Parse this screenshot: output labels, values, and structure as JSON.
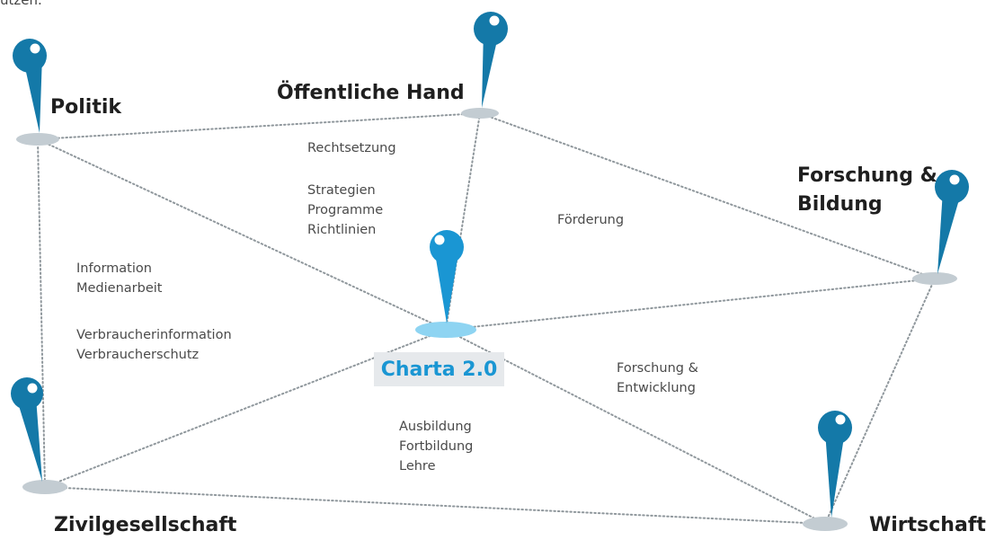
{
  "header_fragment": "utzen.",
  "nodes": {
    "politik": "Politik",
    "oeffentliche_hand": "Öffentliche Hand",
    "forschung_bildung": [
      "Forschung &",
      "Bildung"
    ],
    "zivilgesellschaft": "Zivilgesellschaft",
    "wirtschaft": "Wirtschaft",
    "center": "Charta 2.0"
  },
  "relations": {
    "rechtsetzung": [
      "Rechtsetzung"
    ],
    "strategien": [
      "Strategien",
      "Programme",
      "Richtlinien"
    ],
    "foerderung": [
      "Förderung"
    ],
    "information": [
      "Information",
      "Medienarbeit"
    ],
    "verbraucher": [
      "Verbraucherinformation",
      "Verbraucherschutz"
    ],
    "forschung_entwicklung": [
      "Forschung &",
      "Entwicklung"
    ],
    "ausbildung": [
      "Ausbildung",
      "Fortbildung",
      "Lehre"
    ]
  },
  "colors": {
    "pin": "#1479a8",
    "pin_center": "#1a96d3",
    "base": "#c3ccd2",
    "base_center": "#8ed4f2",
    "dotted_line": "#8f979c",
    "center_text": "#1a96d3"
  }
}
